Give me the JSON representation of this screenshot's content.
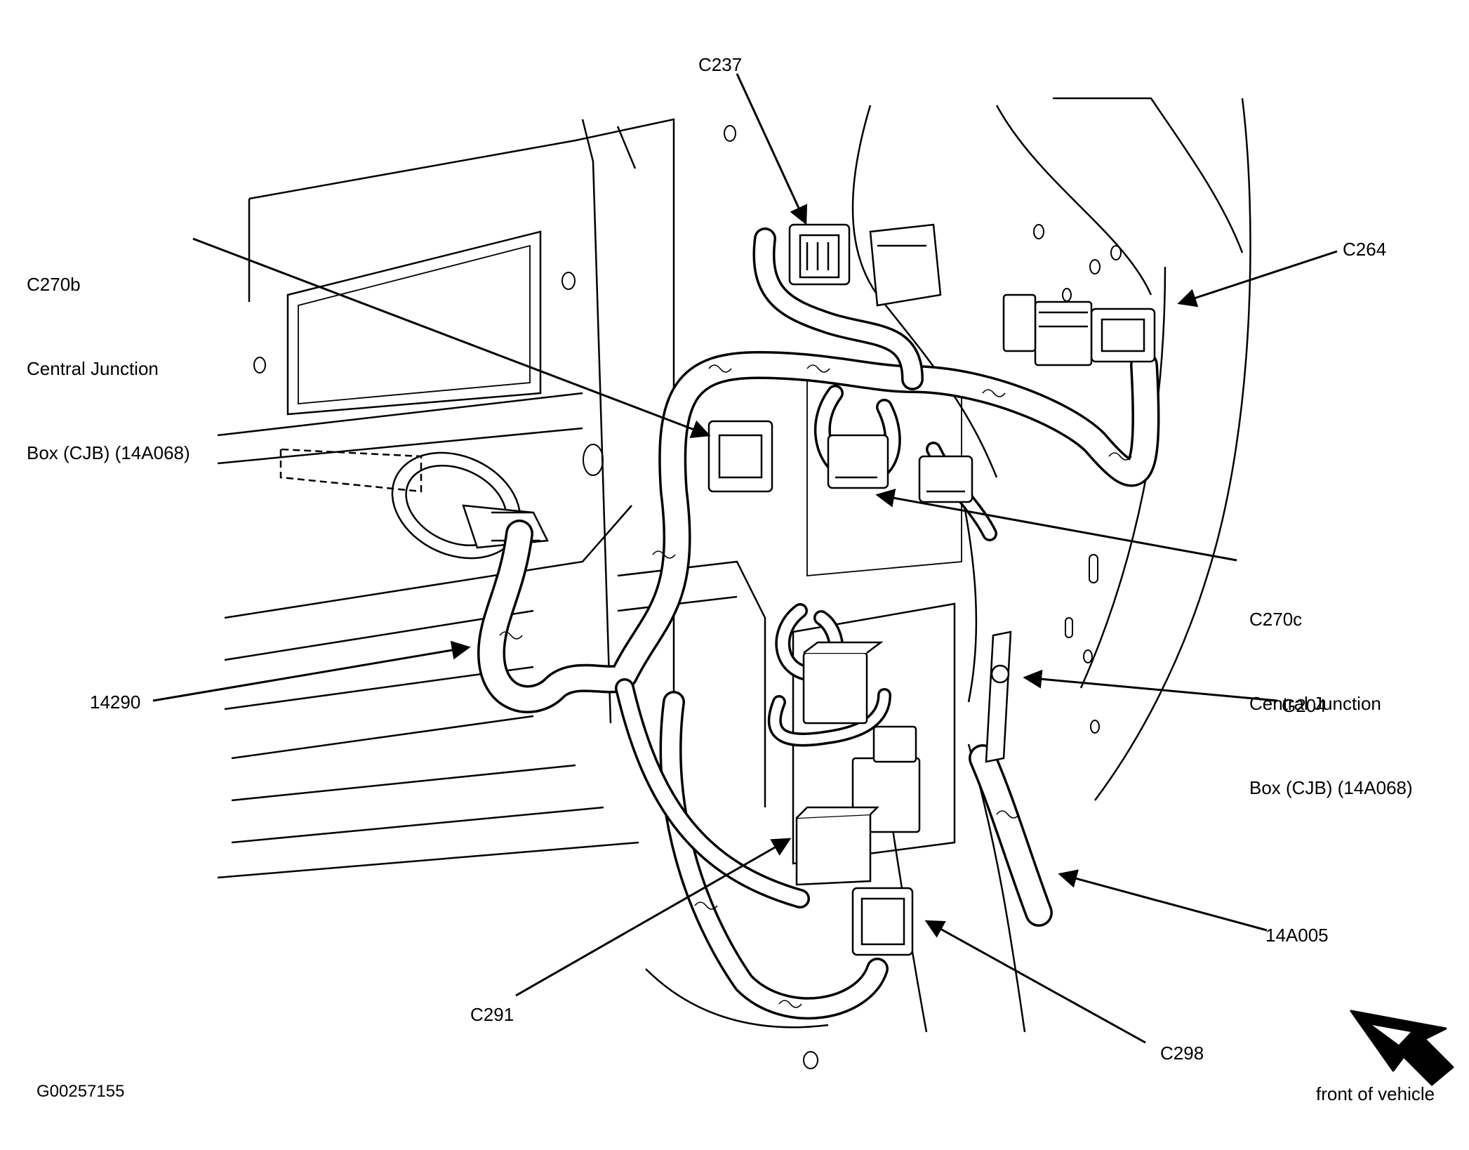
{
  "colors": {
    "ink": "#000000",
    "paper": "#ffffff"
  },
  "labels": {
    "c237": "C237",
    "c270b": [
      "C270b",
      "Central Junction",
      "Box (CJB) (14A068)"
    ],
    "c264": "C264",
    "c270c": [
      "C270c",
      "Central Junction",
      "Box (CJB) (14A068)"
    ],
    "n14290": "14290",
    "g204": "G204",
    "n14a005": "14A005",
    "c291": "C291",
    "c298": "C298",
    "figure_id": "G00257155",
    "front_of_vehicle": "front of vehicle"
  },
  "icons": {
    "direction_arrow": "front-arrow-icon"
  }
}
